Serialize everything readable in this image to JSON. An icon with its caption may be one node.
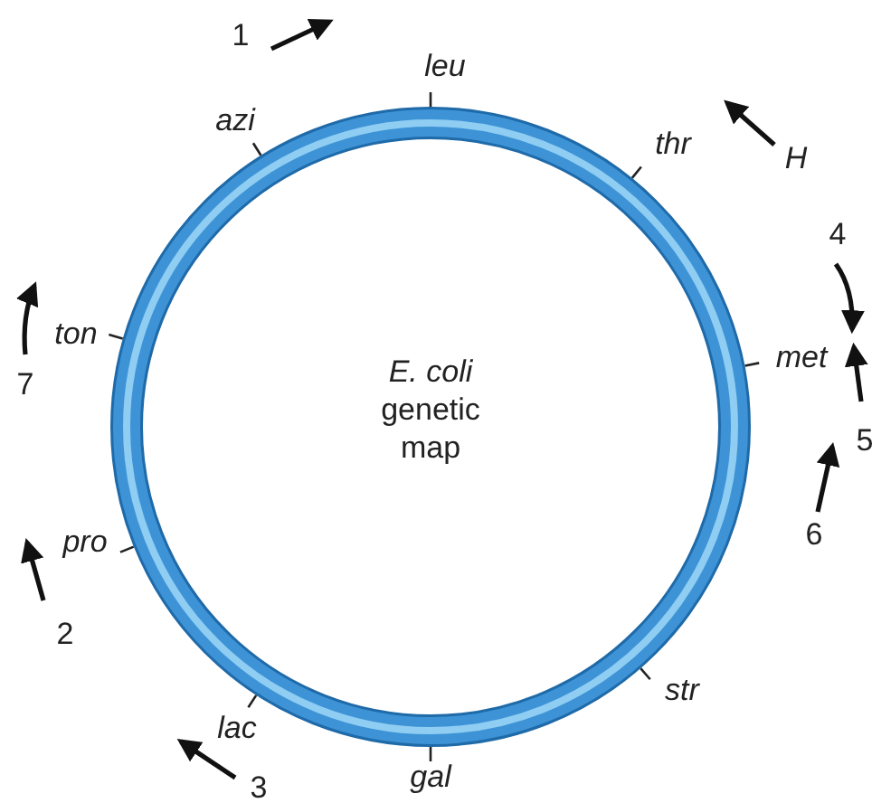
{
  "diagram": {
    "nodes": [
      {
        "text": [
          "*E. coli* genetic map"
        ]
      }
    ],
    "labels": [
      "1",
      "leu",
      "azi",
      "thr",
      "H",
      "4",
      "ton",
      "7",
      "met",
      "5",
      "6",
      "pro",
      "2",
      "str",
      "lac",
      "3",
      "gal"
    ]
  }
}
